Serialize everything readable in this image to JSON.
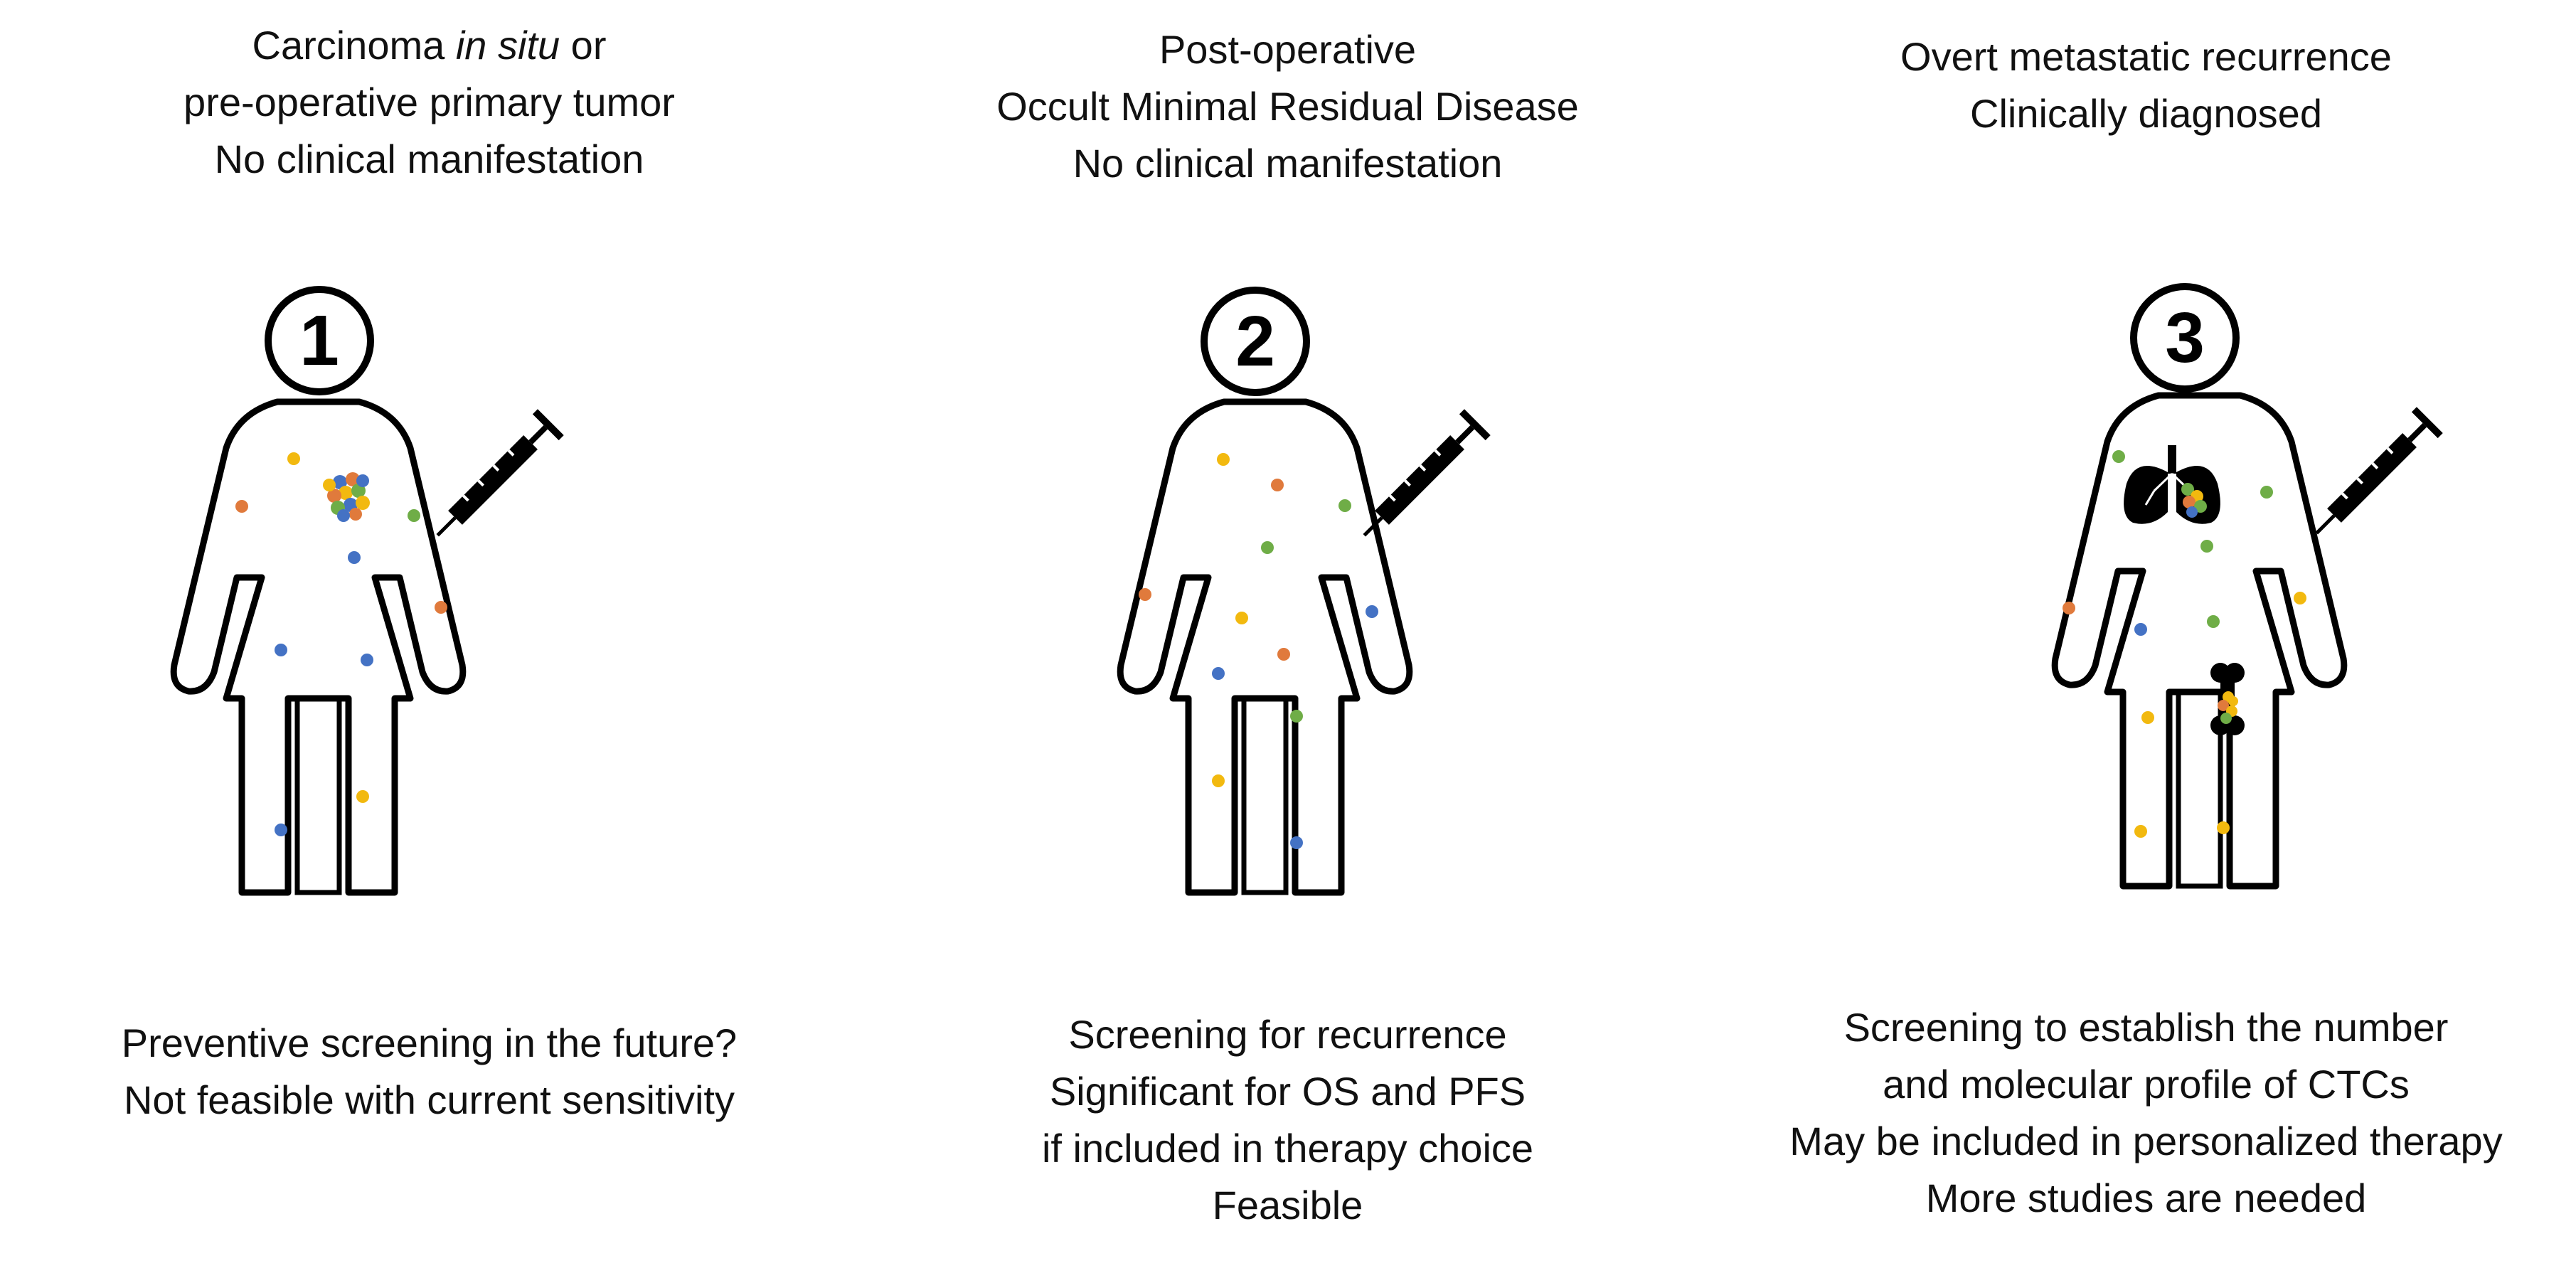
{
  "colors": {
    "outline": "#000000",
    "dot_blue": "#4472c4",
    "dot_orange": "#e07a3c",
    "dot_yellow": "#f2b90f",
    "dot_green": "#6fad47"
  },
  "icons": [
    "woman-figure-icon",
    "syringe-icon",
    "lungs-icon",
    "bone-icon",
    "tumor-cluster-icon"
  ],
  "panels": [
    {
      "number": "1",
      "top_prefix": "Carcinoma ",
      "top_italic": "in situ",
      "top_suffix": " or",
      "top_lines": [
        "pre-operative primary tumor",
        "No clinical manifestation"
      ],
      "bottom_lines": [
        "Preventive screening in the future?",
        "Not feasible with current sensitivity"
      ]
    },
    {
      "number": "2",
      "top_lines": [
        "Post-operative",
        "Occult Minimal Residual Disease",
        "No clinical manifestation"
      ],
      "bottom_lines": [
        "Screening for recurrence",
        "Significant for OS and PFS",
        "if included in therapy choice",
        "Feasible"
      ]
    },
    {
      "number": "3",
      "top_lines": [
        "Overt metastatic recurrence",
        "Clinically diagnosed"
      ],
      "bottom_lines": [
        "Screening to establish the number",
        "and molecular profile of CTCs",
        "May be included in personalized therapy",
        "More studies are needed"
      ]
    }
  ]
}
